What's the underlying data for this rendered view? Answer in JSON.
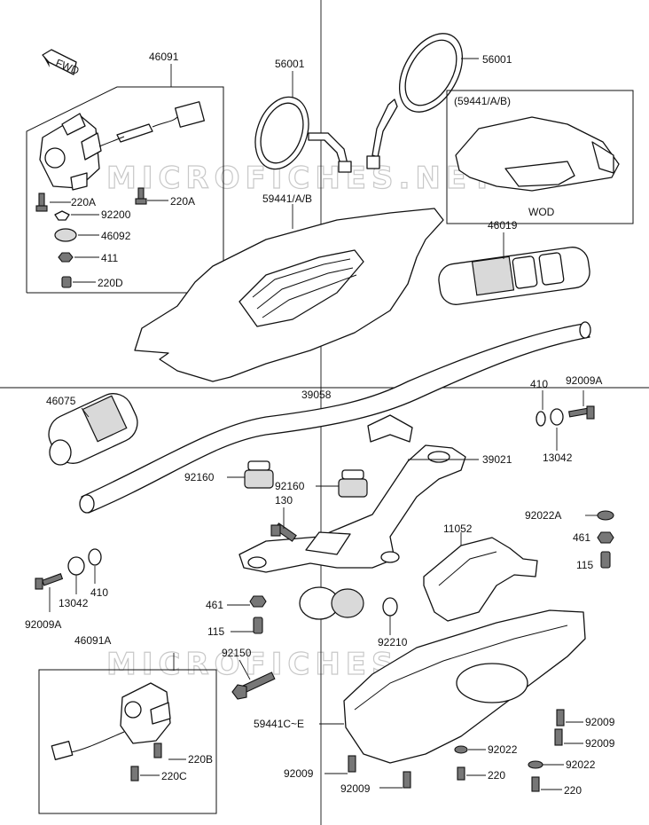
{
  "watermark": "MICROFICHES.NET",
  "direction_marker": "FWD",
  "inset_label": "WOD",
  "inset_part": "(59441/A/B)",
  "callouts": {
    "c46091": "46091",
    "c220A_1": "220A",
    "c220A_2": "220A",
    "c92200": "92200",
    "c46092": "46092",
    "c411": "411",
    "c220D": "220D",
    "c56001_l": "56001",
    "c56001_r": "56001",
    "c59441AB": "59441/A/B",
    "c46019": "46019",
    "c46075": "46075",
    "c39058": "39058",
    "c410_r": "410",
    "c92009A_r": "92009A",
    "c13042_r": "13042",
    "c39021": "39021",
    "c92160_l": "92160",
    "c92160_r": "92160",
    "c130": "130",
    "c92022A": "92022A",
    "c461_r": "461",
    "c115_r": "115",
    "c11052": "11052",
    "c92009A_l": "92009A",
    "c13042_l": "13042",
    "c410_l": "410",
    "c461_l": "461",
    "c115_l": "115",
    "c92210": "92210",
    "c46091A": "46091A",
    "c92150": "92150",
    "c59441CE": "59441C~E",
    "c220B": "220B",
    "c220C": "220C",
    "c92009_a": "92009",
    "c92009_b": "92009",
    "c92009_c": "92009",
    "c92009_d": "92009",
    "c92022_a": "92022",
    "c92022_b": "92022",
    "c220_a": "220",
    "c220_b": "220"
  }
}
